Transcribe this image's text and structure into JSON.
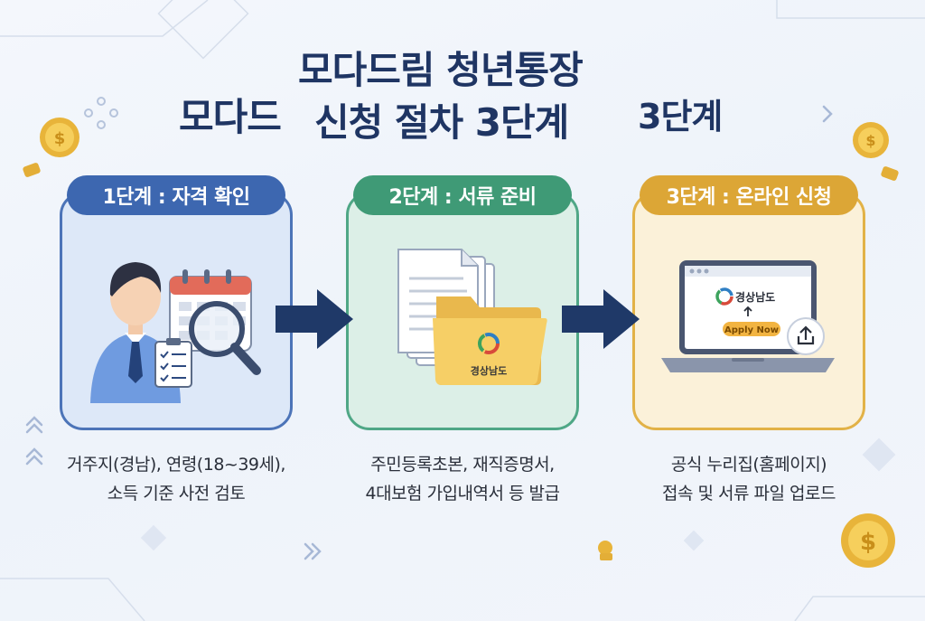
{
  "title": {
    "line1": "모다드림 청년통장",
    "side_left": "모다드",
    "line2": "신청 절차 3단계",
    "side_right": "3단계"
  },
  "steps": [
    {
      "label": "1단계 : 자격 확인",
      "desc_line1": "거주지(경남), 연령(18~39세),",
      "desc_line2": "소득 기준 사전 검토",
      "color": "#3d67b0"
    },
    {
      "label": "2단계 : 서류 준비",
      "desc_line1": "주민등록초본, 재직증명서,",
      "desc_line2": "4대보험 가입내역서 등 발급",
      "folder_label": "경상남도",
      "color": "#3f9a76"
    },
    {
      "label": "3단계 : 온라인 신청",
      "desc_line1": "공식 누리집(홈페이지)",
      "desc_line2": "접속 및 서류 파일 업로드",
      "site_name": "경상남도",
      "apply_button": "Apply Now",
      "color": "#dca636"
    }
  ],
  "icons": [
    "person-icon",
    "calendar-icon",
    "magnifier-icon",
    "checklist-icon",
    "document-icon",
    "folder-icon",
    "laptop-icon",
    "upload-icon",
    "coin-icon",
    "arrow-right-icon"
  ]
}
